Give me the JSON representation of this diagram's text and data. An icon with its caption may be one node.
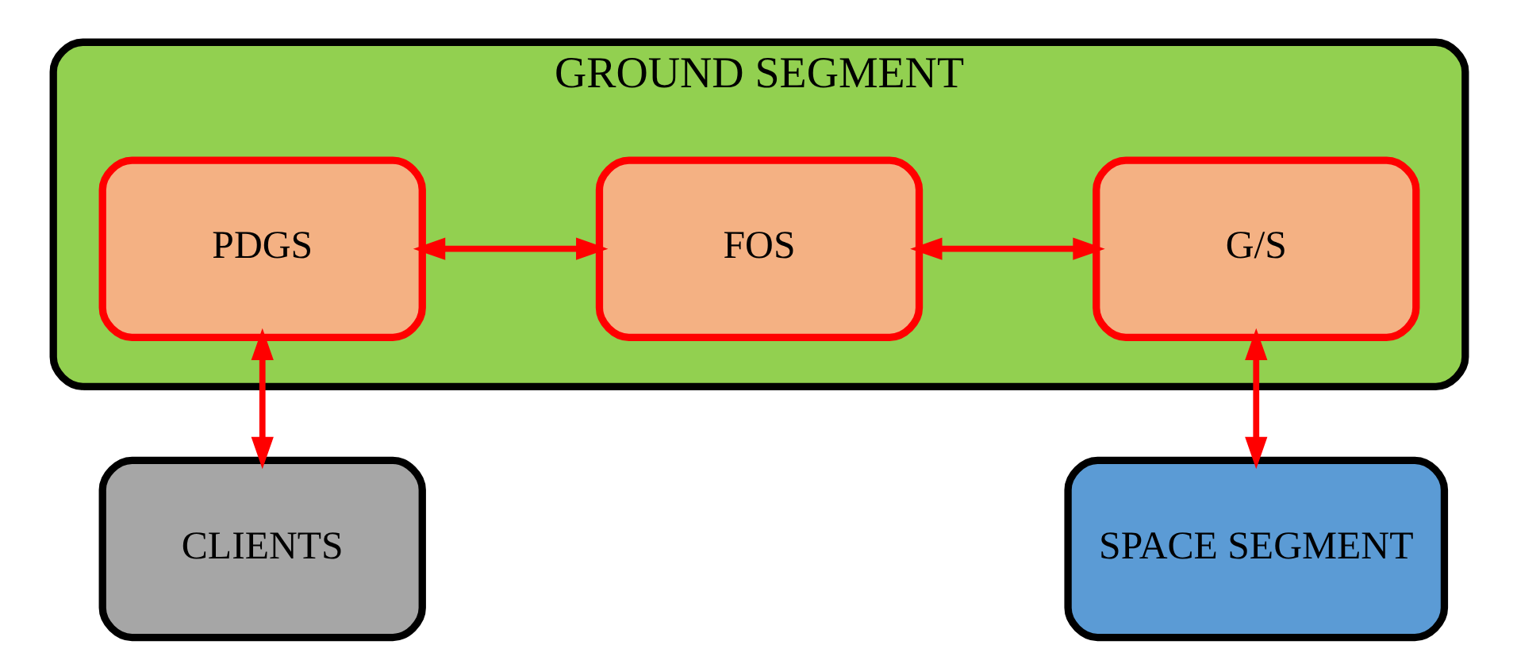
{
  "diagram": {
    "nodes": [
      {
        "text": [
          "GROUND SEGMENT"
        ]
      },
      {
        "text": [
          "PDGS"
        ],
        "in": 0
      },
      {
        "text": [
          "FOS"
        ],
        "in": 0
      },
      {
        "text": [
          "G/S"
        ],
        "in": 0
      },
      {
        "text": [
          "CLIENTS"
        ]
      },
      {
        "text": [
          "SPACE SEGMENT"
        ]
      }
    ],
    "edges": [
      {
        "from": 1,
        "to": 2,
        "arrow": "both"
      },
      {
        "from": 2,
        "to": 3,
        "arrow": "both"
      },
      {
        "from": 1,
        "to": 4,
        "arrow": "both"
      },
      {
        "from": 3,
        "to": 5,
        "arrow": "both"
      }
    ]
  }
}
